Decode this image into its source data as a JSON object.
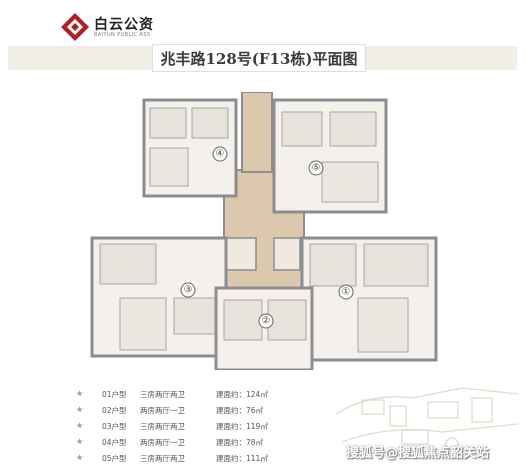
{
  "brand": {
    "name": "白云公资",
    "subtitle": "BAIYUN PUBLIC ASS",
    "accent_color": "#b01f24",
    "icon": "brand-logo-icon"
  },
  "title": "兆丰路128号(F13栋)平面图",
  "plan": {
    "unit_markers": [
      "④",
      "⑤",
      "③",
      "②",
      "①"
    ],
    "wall_color": "#8b8d90",
    "core_color": "#dcc8ac"
  },
  "legend": [
    {
      "code": "01户型",
      "layout": "三房两厅两卫",
      "area": "建面约：124㎡"
    },
    {
      "code": "02户型",
      "layout": "两房两厅一卫",
      "area": "建面约：76㎡"
    },
    {
      "code": "03户型",
      "layout": "三房两厅两卫",
      "area": "建面约：119㎡"
    },
    {
      "code": "04户型",
      "layout": "两房两厅一卫",
      "area": "建面约：78㎡"
    },
    {
      "code": "05户型",
      "layout": "三房两厅两卫",
      "area": "建面约：111㎡"
    }
  ],
  "legend_star": "★",
  "watermark": "搜狐号@搜狐焦点韶关站"
}
